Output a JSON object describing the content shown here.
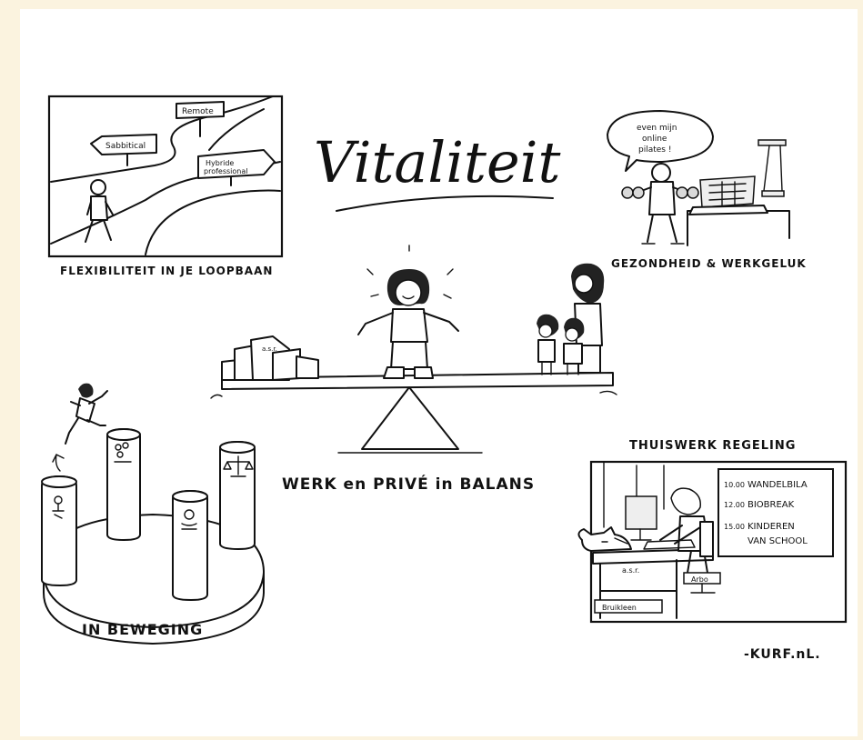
{
  "title": "Vitaliteit",
  "flex": {
    "caption": "FLEXIBILITEIT IN JE LOOPBAAN",
    "sign_sabbatical": "Sabbitical",
    "sign_remote": "Remote",
    "sign_hybride_1": "Hybride",
    "sign_hybride_2": "professional"
  },
  "health": {
    "caption": "GEZONDHEID & WERKGELUK",
    "bubble_1": "even mijn",
    "bubble_2": "online",
    "bubble_3": "pilates !"
  },
  "balance": {
    "caption": "WERK en PRIVÉ in BALANS",
    "box_label": "a.s.r."
  },
  "movement": {
    "caption": "IN BEWEGING"
  },
  "home": {
    "caption": "THUISWERK REGELING",
    "schedule": [
      {
        "time": "10.00",
        "item": "WANDELBILA"
      },
      {
        "time": "12.00",
        "item": "BIOBREAK"
      },
      {
        "time": "15.00",
        "item": "KINDEREN"
      },
      {
        "time": "",
        "item": "VAN SCHOOL"
      }
    ],
    "desk_label": "a.s.r.",
    "drawer_label": "Bruikleen",
    "chair_label": "Arbo"
  },
  "credit": "-KURF.nL."
}
